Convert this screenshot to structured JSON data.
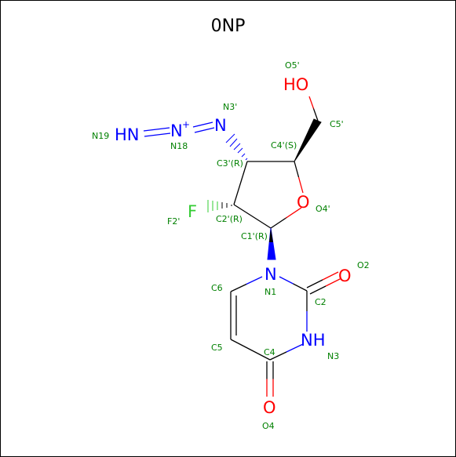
{
  "title": "0NP",
  "colors": {
    "carbon": "#000000",
    "oxygen": "#ff0000",
    "nitrogen": "#0000ff",
    "fluorine": "#33cc33",
    "atom_label": "#008000"
  },
  "symbols": {
    "ho": "HO",
    "o_ring": "O",
    "o2": "O",
    "o4": "O",
    "n1": "N",
    "nh": "NH",
    "f": "F",
    "n3p": "N",
    "n18": "N",
    "n18_charge": "+",
    "n19": "HN"
  },
  "atom_labels": {
    "O5p": "O5'",
    "C5p": "C5'",
    "C4p": "C4'(S)",
    "O4p": "O4'",
    "C3p": "C3'(R)",
    "C2p": "C2'(R)",
    "C1p": "C1'(R)",
    "F2p": "F2'",
    "N3p": "N3'",
    "N18": "N18",
    "N19": "N19",
    "N1": "N1",
    "C2": "C2",
    "O2": "O2",
    "N3": "N3",
    "C4": "C4",
    "O4": "O4",
    "C5": "C5",
    "C6": "C6"
  }
}
